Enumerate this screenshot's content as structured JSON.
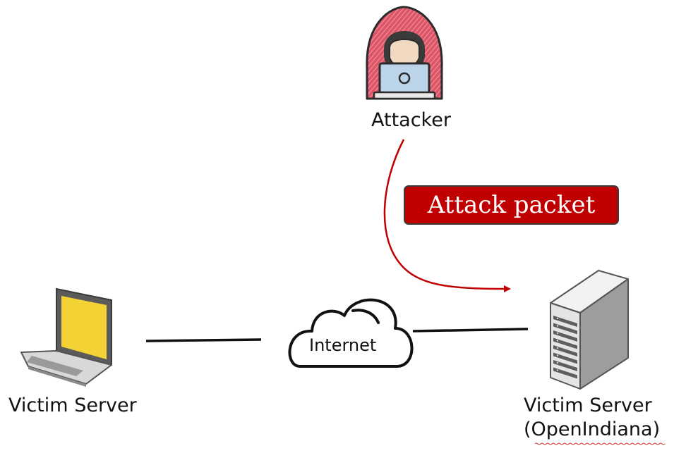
{
  "nodes": {
    "attacker": {
      "label": "Attacker"
    },
    "internet": {
      "label": "Internet"
    },
    "victim_left": {
      "label": "Victim Server"
    },
    "victim_right": {
      "label": "Victim Server",
      "sublabel": "(OpenIndiana)"
    }
  },
  "edges": {
    "attack": {
      "label": "Attack packet",
      "color": "#c00000"
    }
  },
  "colors": {
    "hood": "#d64a5c",
    "laptop_screen": "#f2d235",
    "server_body": "#e6e6e6",
    "line": "#111111"
  },
  "icons": {
    "attacker": "hooded-hacker-icon",
    "laptop": "laptop-icon",
    "cloud": "cloud-icon",
    "server": "server-tower-icon"
  }
}
